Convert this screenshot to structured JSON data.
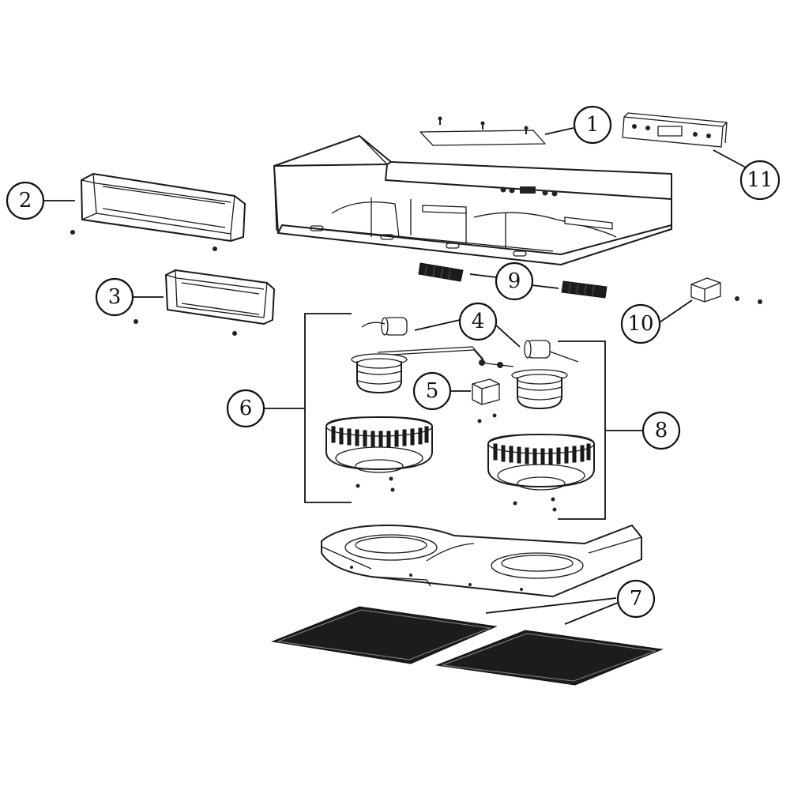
{
  "callouts": {
    "c1": "1",
    "c2": "2",
    "c3": "3",
    "c4": "4",
    "c5": "5",
    "c6": "6",
    "c7": "7",
    "c8": "8",
    "c9": "9",
    "c10": "10",
    "c11": "11"
  },
  "icons": {
    "hood": "range-hood-body-drawing",
    "duct_large": "rectangular-duct-adapter-drawing",
    "duct_small": "small-duct-adapter-drawing",
    "capacitor": "capacitor-drawing",
    "junction_box": "junction-box-drawing",
    "motor": "blower-motor-drawing",
    "blower_wheel": "blower-wheel-drawing",
    "baffle": "filter-frame-plate-drawing",
    "filter": "mesh-filter-drawing",
    "light": "light-assembly-drawing",
    "transformer": "transformer-drawing",
    "control_panel": "control-panel-drawing"
  }
}
